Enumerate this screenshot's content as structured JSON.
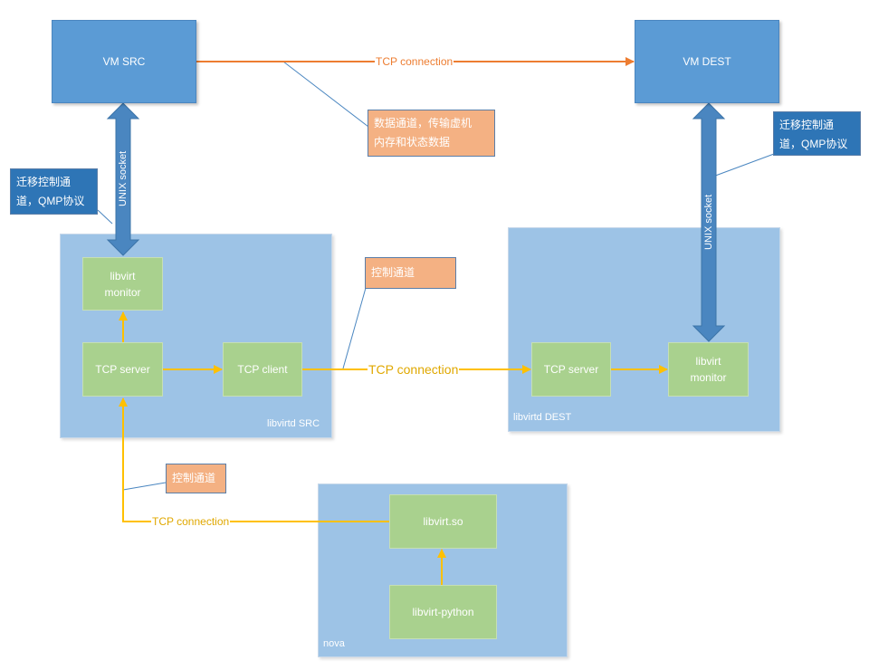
{
  "vm_src": "VM SRC",
  "vm_dest": "VM DEST",
  "tcp_top": "TCP connection",
  "tcp_middle": "TCP connection",
  "tcp_bottom": "TCP connection",
  "unix_left": "UNIX socket",
  "unix_right": "UNIX socket",
  "callout_data_channel": [
    "数据通道，传输虚机",
    "内存和状态数据"
  ],
  "callout_migrate_left": [
    "迁移控制通",
    "道，QMP协议"
  ],
  "callout_migrate_right": [
    "迁移控制通",
    "道，QMP协议"
  ],
  "callout_control_middle": "控制通道",
  "callout_control_bottom": "控制通道",
  "src_group": {
    "label": "libvirtd SRC",
    "monitor": [
      "libvirt",
      "monitor"
    ],
    "tcp_server": "TCP server",
    "tcp_client": "TCP client"
  },
  "dest_group": {
    "label": "libvirtd DEST",
    "tcp_server": "TCP server",
    "monitor": [
      "libvirt",
      "monitor"
    ]
  },
  "nova_group": {
    "label": "nova",
    "libvirt_so": "libvirt.so",
    "libvirt_python": "libvirt-python"
  },
  "colors": {
    "vm_blue": "#5b9bd5",
    "group_blue": "#9dc3e6",
    "node_green": "#a9d18e",
    "callout_orange": "#f4b183",
    "callout_blue": "#2e75b6",
    "arrow_orange": "#ed7d31",
    "arrow_yellow": "#ffc000",
    "socket_blue": "#4a86c0"
  }
}
